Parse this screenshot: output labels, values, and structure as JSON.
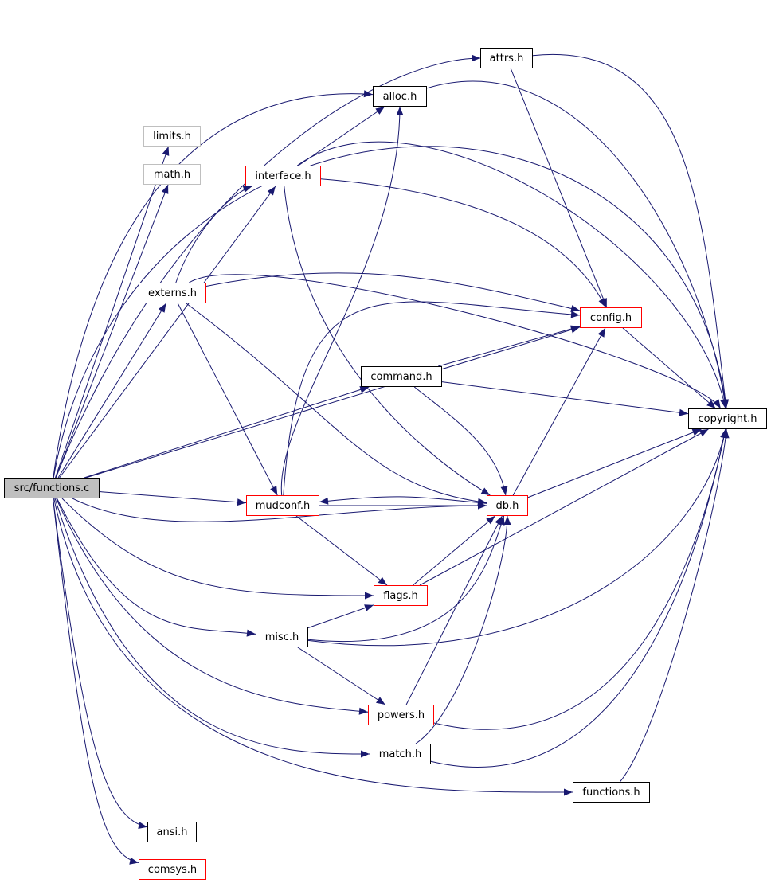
{
  "colors": {
    "edge": "#191970",
    "root_fill": "#bfbfbf",
    "border_black": "#000000",
    "border_red": "#ff0000",
    "border_gray": "#bfbfbf"
  },
  "nodes": {
    "root": {
      "label": "src/functions.c",
      "border": "black"
    },
    "limits": {
      "label": "limits.h",
      "border": "gray"
    },
    "math": {
      "label": "math.h",
      "border": "gray"
    },
    "attrs": {
      "label": "attrs.h",
      "border": "black"
    },
    "alloc": {
      "label": "alloc.h",
      "border": "black"
    },
    "interface": {
      "label": "interface.h",
      "border": "red"
    },
    "externs": {
      "label": "externs.h",
      "border": "red"
    },
    "config": {
      "label": "config.h",
      "border": "red"
    },
    "command": {
      "label": "command.h",
      "border": "black"
    },
    "copyright": {
      "label": "copyright.h",
      "border": "black"
    },
    "mudconf": {
      "label": "mudconf.h",
      "border": "red"
    },
    "db": {
      "label": "db.h",
      "border": "red"
    },
    "flags": {
      "label": "flags.h",
      "border": "red"
    },
    "misc": {
      "label": "misc.h",
      "border": "black"
    },
    "powers": {
      "label": "powers.h",
      "border": "red"
    },
    "match": {
      "label": "match.h",
      "border": "black"
    },
    "functions": {
      "label": "functions.h",
      "border": "black"
    },
    "ansi": {
      "label": "ansi.h",
      "border": "black"
    },
    "comsys": {
      "label": "comsys.h",
      "border": "red"
    }
  },
  "edges": [
    [
      "root",
      "copyright"
    ],
    [
      "root",
      "alloc"
    ],
    [
      "root",
      "attrs"
    ],
    [
      "root",
      "limits"
    ],
    [
      "root",
      "math"
    ],
    [
      "root",
      "interface"
    ],
    [
      "root",
      "externs"
    ],
    [
      "root",
      "config"
    ],
    [
      "root",
      "command"
    ],
    [
      "root",
      "mudconf"
    ],
    [
      "root",
      "db"
    ],
    [
      "root",
      "flags"
    ],
    [
      "root",
      "misc"
    ],
    [
      "root",
      "powers"
    ],
    [
      "root",
      "match"
    ],
    [
      "root",
      "functions"
    ],
    [
      "root",
      "ansi"
    ],
    [
      "root",
      "comsys"
    ],
    [
      "attrs",
      "config"
    ],
    [
      "attrs",
      "copyright"
    ],
    [
      "alloc",
      "copyright"
    ],
    [
      "interface",
      "alloc"
    ],
    [
      "interface",
      "copyright"
    ],
    [
      "interface",
      "config"
    ],
    [
      "interface",
      "db"
    ],
    [
      "externs",
      "interface"
    ],
    [
      "externs",
      "copyright"
    ],
    [
      "externs",
      "config"
    ],
    [
      "externs",
      "mudconf"
    ],
    [
      "externs",
      "db"
    ],
    [
      "config",
      "copyright"
    ],
    [
      "command",
      "config"
    ],
    [
      "command",
      "copyright"
    ],
    [
      "command",
      "db"
    ],
    [
      "mudconf",
      "alloc"
    ],
    [
      "mudconf",
      "config"
    ],
    [
      "mudconf",
      "db"
    ],
    [
      "mudconf",
      "flags"
    ],
    [
      "db",
      "mudconf"
    ],
    [
      "db",
      "config"
    ],
    [
      "db",
      "copyright"
    ],
    [
      "flags",
      "db"
    ],
    [
      "flags",
      "copyright"
    ],
    [
      "misc",
      "flags"
    ],
    [
      "misc",
      "db"
    ],
    [
      "misc",
      "powers"
    ],
    [
      "misc",
      "copyright"
    ],
    [
      "powers",
      "db"
    ],
    [
      "powers",
      "copyright"
    ],
    [
      "match",
      "db"
    ],
    [
      "match",
      "copyright"
    ],
    [
      "functions",
      "copyright"
    ]
  ]
}
